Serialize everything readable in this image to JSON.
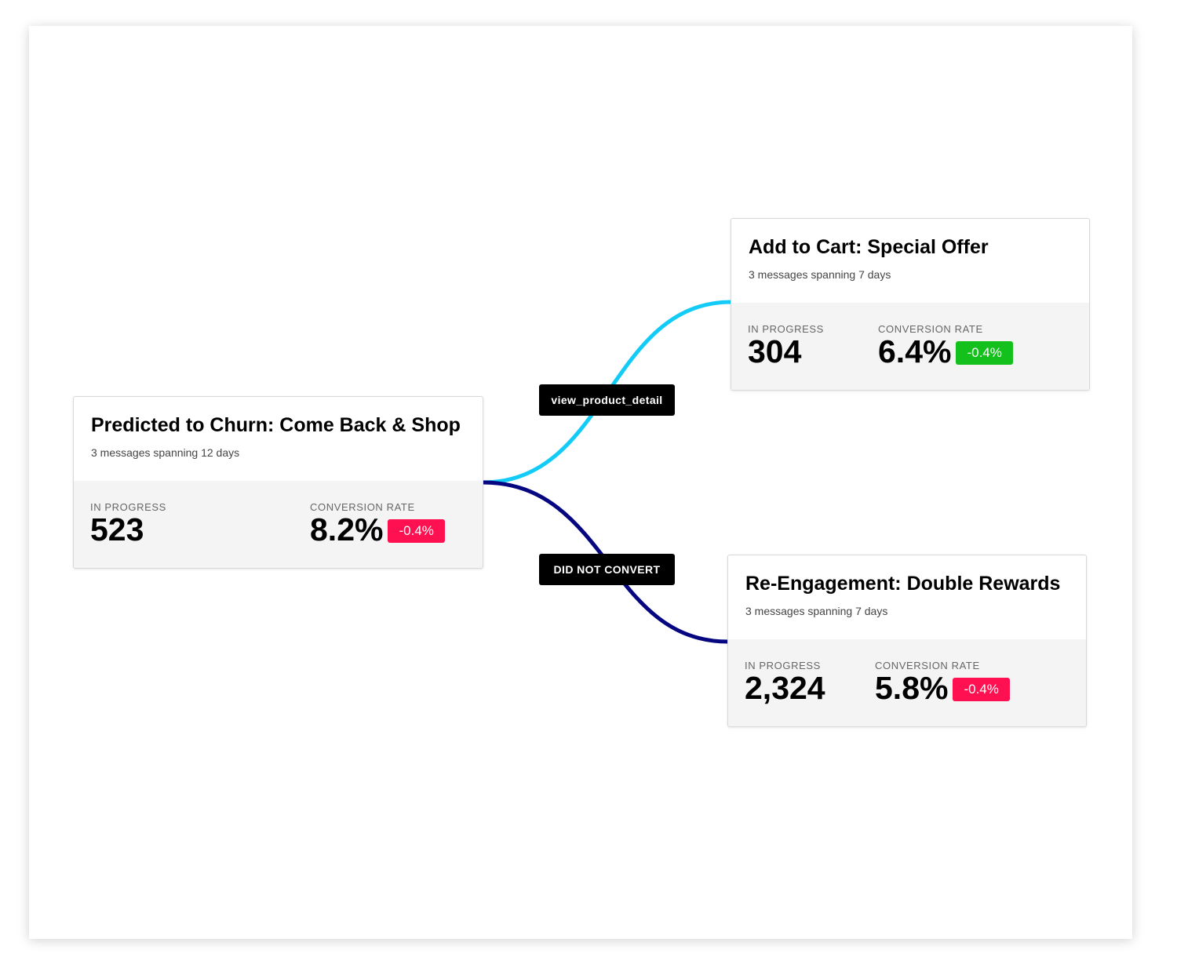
{
  "colors": {
    "branch_yes": "#12ccf7",
    "branch_no": "#050680",
    "badge_negative": "#ff1050",
    "badge_positive": "#14c01c"
  },
  "cards": [
    {
      "title": "Predicted to Churn: Come Back & Shop",
      "subtitle": "3 messages spanning 12 days",
      "in_progress_label": "IN PROGRESS",
      "in_progress": "523",
      "conversion_label": "CONVERSION RATE",
      "conversion": "8.2%",
      "delta": "-0.4%"
    },
    {
      "title": "Add to Cart: Special Offer",
      "subtitle": "3 messages spanning 7 days",
      "in_progress_label": "IN PROGRESS",
      "in_progress": "304",
      "conversion_label": "CONVERSION RATE",
      "conversion": "6.4%",
      "delta": "-0.4%"
    },
    {
      "title": "Re-Engagement: Double Rewards",
      "subtitle": "3 messages spanning 7 days",
      "in_progress_label": "IN PROGRESS",
      "in_progress": "2,324",
      "conversion_label": "CONVERSION RATE",
      "conversion": "5.8%",
      "delta": "-0.4%"
    }
  ],
  "branches": {
    "yes_label": "view_product_detail",
    "no_label": "DID NOT CONVERT"
  }
}
